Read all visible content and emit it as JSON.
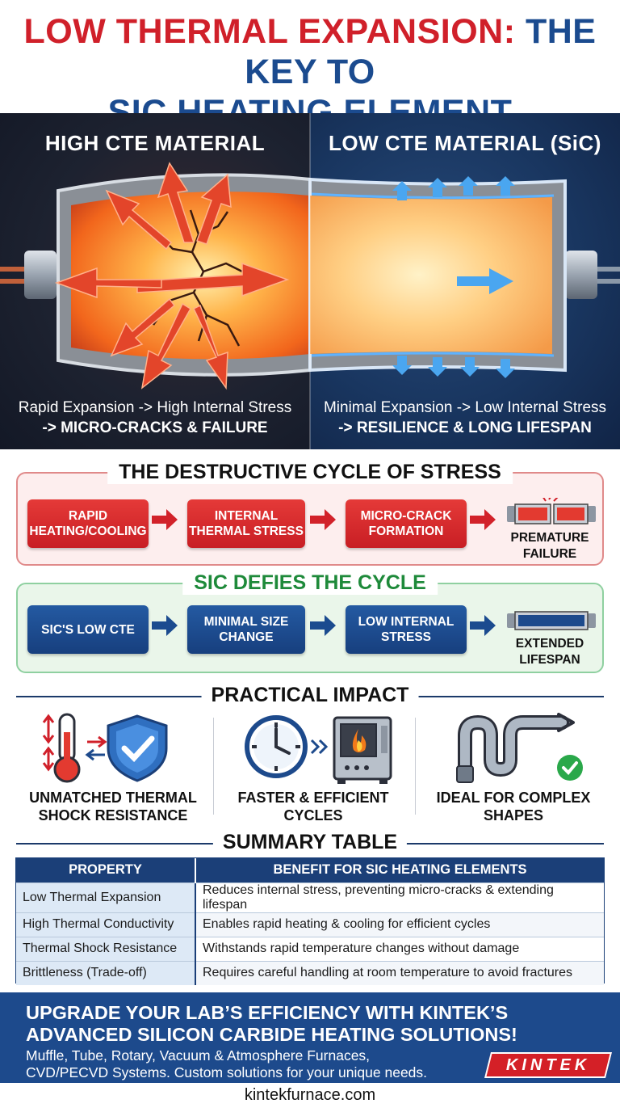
{
  "title": {
    "line1_red": "LOW THERMAL EXPANSION:",
    "line1_blue": "THE KEY TO",
    "line2": "SiC HEATING ELEMENT DURABILITY"
  },
  "hero": {
    "left_heading": "HIGH CTE MATERIAL",
    "right_heading": "LOW CTE MATERIAL (SiC)",
    "left_caption_1": "Rapid Expansion -> High Internal Stress",
    "left_caption_2": "-> MICRO-CRACKS & FAILURE",
    "right_caption_1": "Minimal Expansion -> Low Internal Stress",
    "right_caption_2": "-> RESILIENCE & LONG LIFESPAN"
  },
  "destructive_cycle": {
    "title": "THE DESTRUCTIVE CYCLE OF STRESS",
    "steps": [
      "RAPID HEATING/COOLING",
      "INTERNAL THERMAL STRESS",
      "MICRO-CRACK FORMATION"
    ],
    "end": "PREMATURE FAILURE",
    "color": "#d0202a"
  },
  "sic_cycle": {
    "title": "SiC DEFIES THE CYCLE",
    "steps": [
      "SiC'S LOW CTE",
      "MINIMAL SIZE CHANGE",
      "LOW INTERNAL STRESS"
    ],
    "end": "EXTENDED LIFESPAN",
    "color": "#1e8a3a"
  },
  "impact": {
    "title": "PRACTICAL IMPACT",
    "items": [
      {
        "label": "UNMATCHED THERMAL SHOCK RESISTANCE",
        "icons": [
          "thermometer-icon",
          "shield-check-icon"
        ]
      },
      {
        "label": "FASTER & EFFICIENT CYCLES",
        "icons": [
          "clock-icon",
          "furnace-icon"
        ]
      },
      {
        "label": "IDEAL FOR COMPLEX SHAPES",
        "icons": [
          "bent-pipe-icon",
          "check-circle-icon"
        ]
      }
    ]
  },
  "summary": {
    "title": "SUMMARY TABLE",
    "headers": [
      "PROPERTY",
      "BENEFIT FOR SiC HEATING ELEMENTS"
    ],
    "rows": [
      [
        "Low Thermal Expansion",
        "Reduces internal stress, preventing micro-cracks & extending lifespan"
      ],
      [
        "High Thermal Conductivity",
        "Enables rapid heating & cooling for efficient cycles"
      ],
      [
        "Thermal Shock Resistance",
        "Withstands rapid temperature changes without damage"
      ],
      [
        "Brittleness (Trade-off)",
        "Requires careful handling at room temperature to avoid fractures"
      ]
    ]
  },
  "footer": {
    "cta_line1": "UPGRADE YOUR LAB’S EFFICIENCY WITH KINTEK’S",
    "cta_line2": "ADVANCED SILICON CARBIDE HEATING SOLUTIONS!",
    "sub_line1": "Muffle, Tube, Rotary, Vacuum & Atmosphere Furnaces,",
    "sub_line2": "CVD/PECVD Systems. Custom solutions for your unique needs.",
    "logo": "KINTEK",
    "website": "kintekfurnace.com"
  }
}
